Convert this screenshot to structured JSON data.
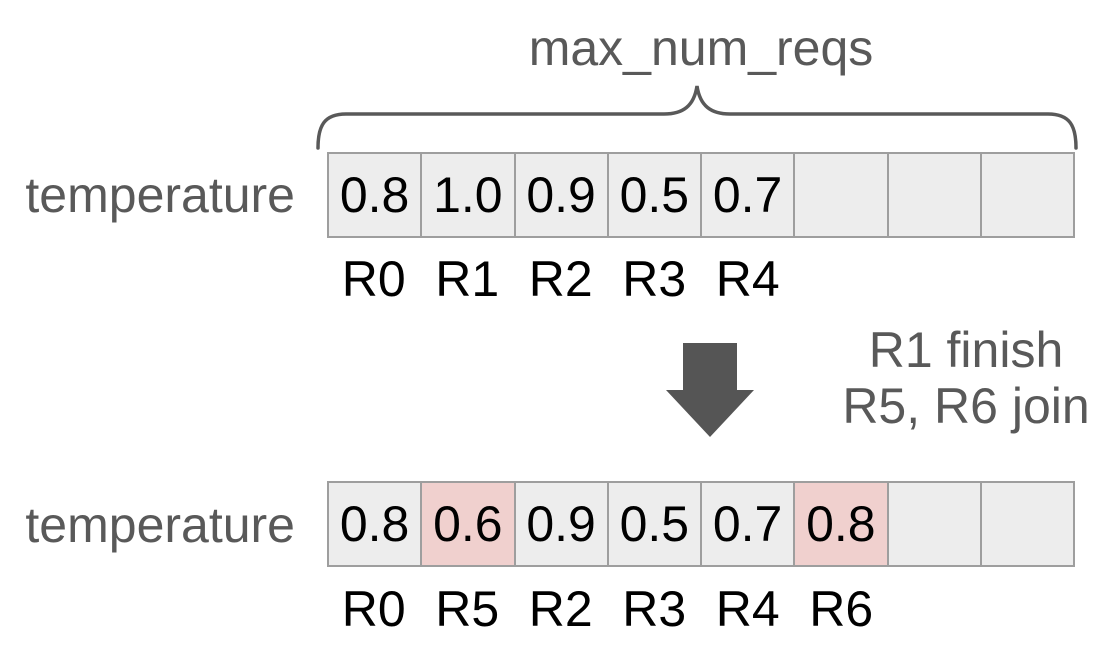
{
  "brace_label": "max_num_reqs",
  "note": {
    "line1": "R1 finish",
    "line2": "R5, R6 join"
  },
  "rows": [
    {
      "name": "before",
      "axis_label": "temperature",
      "cells": [
        {
          "value": "0.8",
          "highlight": false
        },
        {
          "value": "1.0",
          "highlight": false
        },
        {
          "value": "0.9",
          "highlight": false
        },
        {
          "value": "0.5",
          "highlight": false
        },
        {
          "value": "0.7",
          "highlight": false
        },
        {
          "value": "",
          "highlight": false
        },
        {
          "value": "",
          "highlight": false
        },
        {
          "value": "",
          "highlight": false
        }
      ],
      "request_labels": [
        "R0",
        "R1",
        "R2",
        "R3",
        "R4",
        "",
        "",
        ""
      ]
    },
    {
      "name": "after",
      "axis_label": "temperature",
      "cells": [
        {
          "value": "0.8",
          "highlight": false
        },
        {
          "value": "0.6",
          "highlight": true
        },
        {
          "value": "0.9",
          "highlight": false
        },
        {
          "value": "0.5",
          "highlight": false
        },
        {
          "value": "0.7",
          "highlight": false
        },
        {
          "value": "0.8",
          "highlight": true
        },
        {
          "value": "",
          "highlight": false
        },
        {
          "value": "",
          "highlight": false
        }
      ],
      "request_labels": [
        "R0",
        "R5",
        "R2",
        "R3",
        "R4",
        "R6",
        "",
        ""
      ]
    }
  ],
  "colors": {
    "cell_bg": "#ededed",
    "highlight_bg": "#f0d0ce",
    "cell_border": "#9e9e9e",
    "text_gray": "#595959",
    "arrow": "#555555",
    "value_text": "#000000"
  }
}
